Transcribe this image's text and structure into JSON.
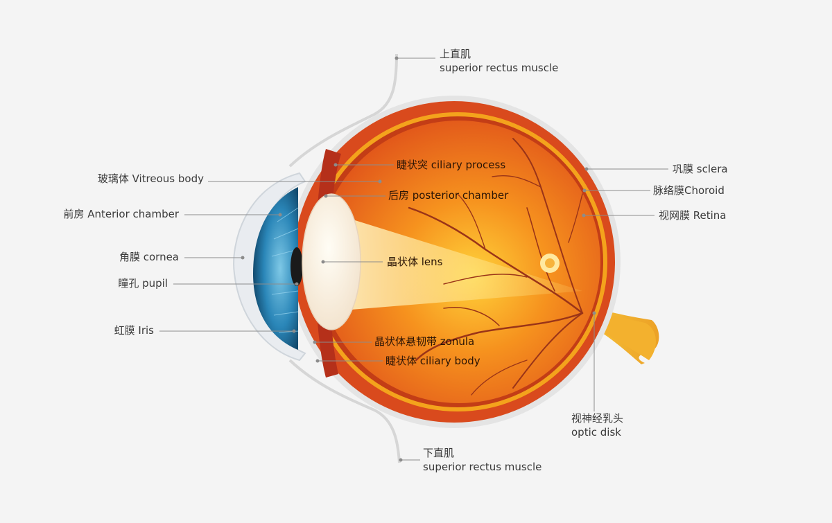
{
  "labels": {
    "superior_rectus": {
      "zh": "上直肌",
      "en": "superior rectus muscle"
    },
    "inferior_rectus": {
      "zh": "下直肌",
      "en": "superior rectus muscle"
    },
    "vitreous_body": "玻璃体  Vitreous body",
    "anterior_chamber": "前房  Anterior chamber",
    "cornea": "角膜   cornea",
    "pupil": "瞳孔 pupil",
    "iris": "虹膜 Iris",
    "ciliary_process": "睫状突 ciliary process",
    "posterior_chamber": "后房 posterior chamber",
    "lens": "晶状体 lens",
    "zonula": "晶状体悬韧带 zonula",
    "ciliary_body": "睫状体 ciliary body",
    "sclera": "巩膜 sclera",
    "choroid": "脉络膜Choroid",
    "retina": "视网膜 Retina",
    "optic_disk": {
      "zh": "视神经乳头",
      "en": "optic disk"
    }
  },
  "colors": {
    "background": "#f4f4f4",
    "sclera": "#d84a1c",
    "choroid": "#f2a21a",
    "globe": "#e8621c",
    "iris": "#1d6e9a",
    "leader": "#9a9a9a",
    "optic_nerve": "#f0a826"
  }
}
